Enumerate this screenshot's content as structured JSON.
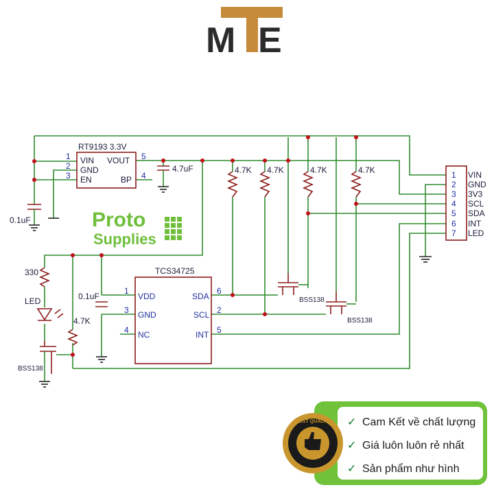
{
  "brand": {
    "logo_text": "MTE",
    "colors": {
      "dark": "#2b2b2b",
      "accent": "#c58a3a"
    }
  },
  "schematic": {
    "regulator": {
      "name": "RT9193 3.3V",
      "pins": {
        "p1": "1",
        "p2": "2",
        "p3": "3",
        "p4": "4",
        "p5": "5"
      },
      "labels": {
        "vin": "VIN",
        "gnd": "GND",
        "en": "EN",
        "vout": "VOUT",
        "bp": "BP"
      }
    },
    "cap_out": "4.7uF",
    "cap_in": "0.1uF",
    "resistors": [
      "4.7K",
      "4.7K",
      "4.7K",
      "4.7K"
    ],
    "sensor": {
      "name": "TCS34725",
      "left_pins": [
        {
          "num": "1",
          "name": "VDD"
        },
        {
          "num": "3",
          "name": "GND"
        },
        {
          "num": "4",
          "name": "NC"
        }
      ],
      "right_pins": [
        {
          "num": "6",
          "name": "SDA"
        },
        {
          "num": "2",
          "name": "SCL"
        },
        {
          "num": "5",
          "name": "INT"
        }
      ]
    },
    "sensor_cap": "0.1uF",
    "led_resistor": "330",
    "led_label": "LED",
    "led_gate_resistor": "4.7K",
    "mosfets": [
      "BSS138",
      "BSS138",
      "BSS138"
    ],
    "connector": {
      "numbers": [
        "1",
        "2",
        "3",
        "4",
        "5",
        "6",
        "7"
      ],
      "labels": [
        "VIN",
        "GND",
        "3V3",
        "SCL",
        "SDA",
        "INT",
        "LED"
      ]
    }
  },
  "proto_logo": {
    "line1": "Proto",
    "line2": "Supplies"
  },
  "badge": {
    "items": [
      "Cam Kết về chất lượng",
      "Giá luôn luôn rẻ nhất",
      "Sản phẩm như hình"
    ],
    "seal_text": "BEST QUALITY",
    "colors": {
      "green": "#6fc23a",
      "gold": "#c9962e"
    }
  }
}
